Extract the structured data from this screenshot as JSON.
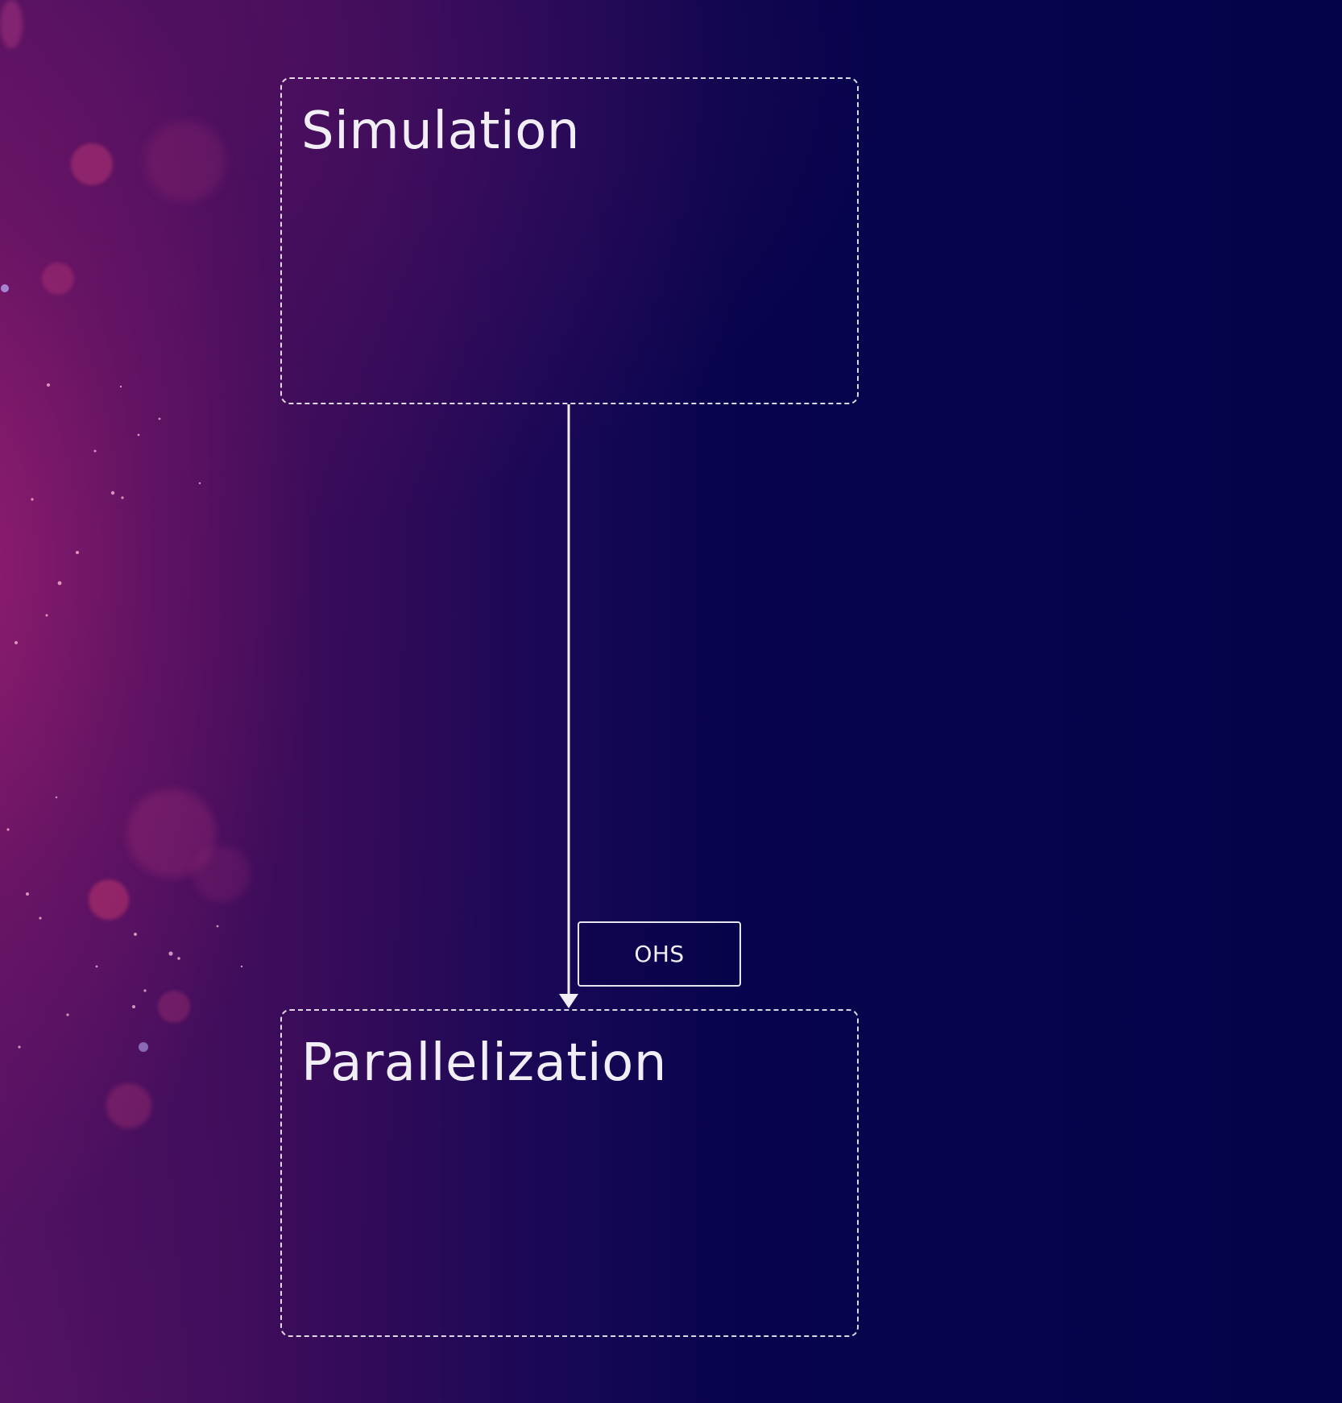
{
  "diagram": {
    "nodes": [
      {
        "id": "simulation",
        "label": "Simulation"
      },
      {
        "id": "parallelization",
        "label": "Parallelization"
      }
    ],
    "edges": [
      {
        "from": "simulation",
        "to": "parallelization",
        "label": "OHS"
      }
    ]
  },
  "colors": {
    "background_deep": "#04034a",
    "background_accent": "#961e6e",
    "foreground": "#f1eef6"
  }
}
